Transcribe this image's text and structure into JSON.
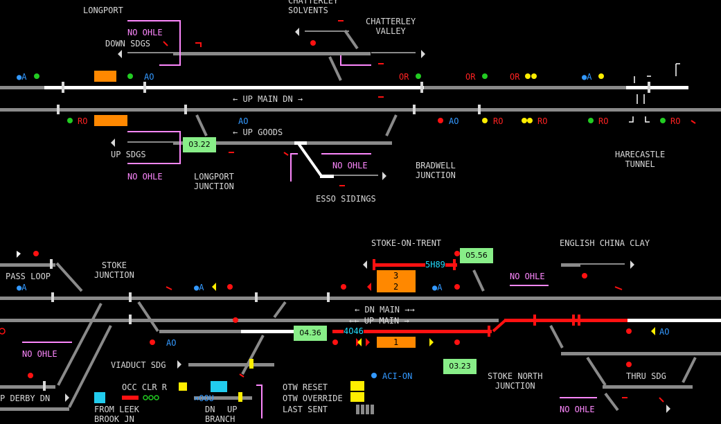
{
  "locations": {
    "longport": "LONGPORT",
    "chatterley_valley": "CHATTERLEY\nVALLEY",
    "chatterley_solvents": "CHATTERLEY\nSOLVENTS",
    "longport_junction": "LONGPORT\nJUNCTION",
    "bradwell_junction": "BRADWELL\nJUNCTION",
    "esso_sidings": "ESSO SIDINGS",
    "harecastle_tunnel": "HARECASTLE\nTUNNEL",
    "stoke_on_trent": "STOKE-ON-TRENT",
    "english_china_clay": "ENGLISH CHINA CLAY",
    "stoke_junction": "STOKE\nJUNCTION",
    "pass_loop": "PASS LOOP",
    "stoke_north_junction": "STOKE NORTH\nJUNCTION",
    "viaduct_sdg": "VIADUCT SDG",
    "thru_sdg": "THRU SDG",
    "derby_dn": "P DERBY DN",
    "from_leek": "FROM LEEK\nBROOK JN",
    "dn_branch": "DN\nBRANCH",
    "up_branch": "UP"
  },
  "lines": {
    "down_sdgs": "DOWN SDGS",
    "up_sdgs": "UP SDGS",
    "up_main_dn": "UP MAIN DN",
    "up_goods": "UP GOODS",
    "dn_main": "DN MAIN",
    "up_main": "UP MAIN"
  },
  "no_ohle": "NO OHLE",
  "berths": {
    "b1": "03.22",
    "b2": "05.56",
    "b3": "04.36",
    "b4": "03.23"
  },
  "headcodes": {
    "h1": "5H89",
    "h2": "4O46"
  },
  "platforms": {
    "p3": "3",
    "p2": "2",
    "p1": "1"
  },
  "controls": {
    "aci_on": "ACI-ON",
    "occ_clr": "OCC CLR R",
    "otw_reset": "OTW RESET",
    "otw_override": "OTW OVERRIDE",
    "last_sent": "LAST SENT",
    "xoou": "×OOU"
  },
  "signal_codes": {
    "a": "A",
    "ao": "AO",
    "r": "R",
    "ro": "RO",
    "or": "OR"
  },
  "colors": {
    "background": "#000000",
    "track_normal": "#8a8a8a",
    "track_route_set": "#ffffff",
    "track_occupied": "#ff1111",
    "berth_bg": "#88ee88",
    "platform_occupied": "#ff8800",
    "no_ohle_text": "#ff88ff",
    "headcode_text": "#22ddff",
    "signal_red": "#ff1111",
    "signal_green": "#22cc22",
    "signal_yellow": "#ffee00"
  }
}
